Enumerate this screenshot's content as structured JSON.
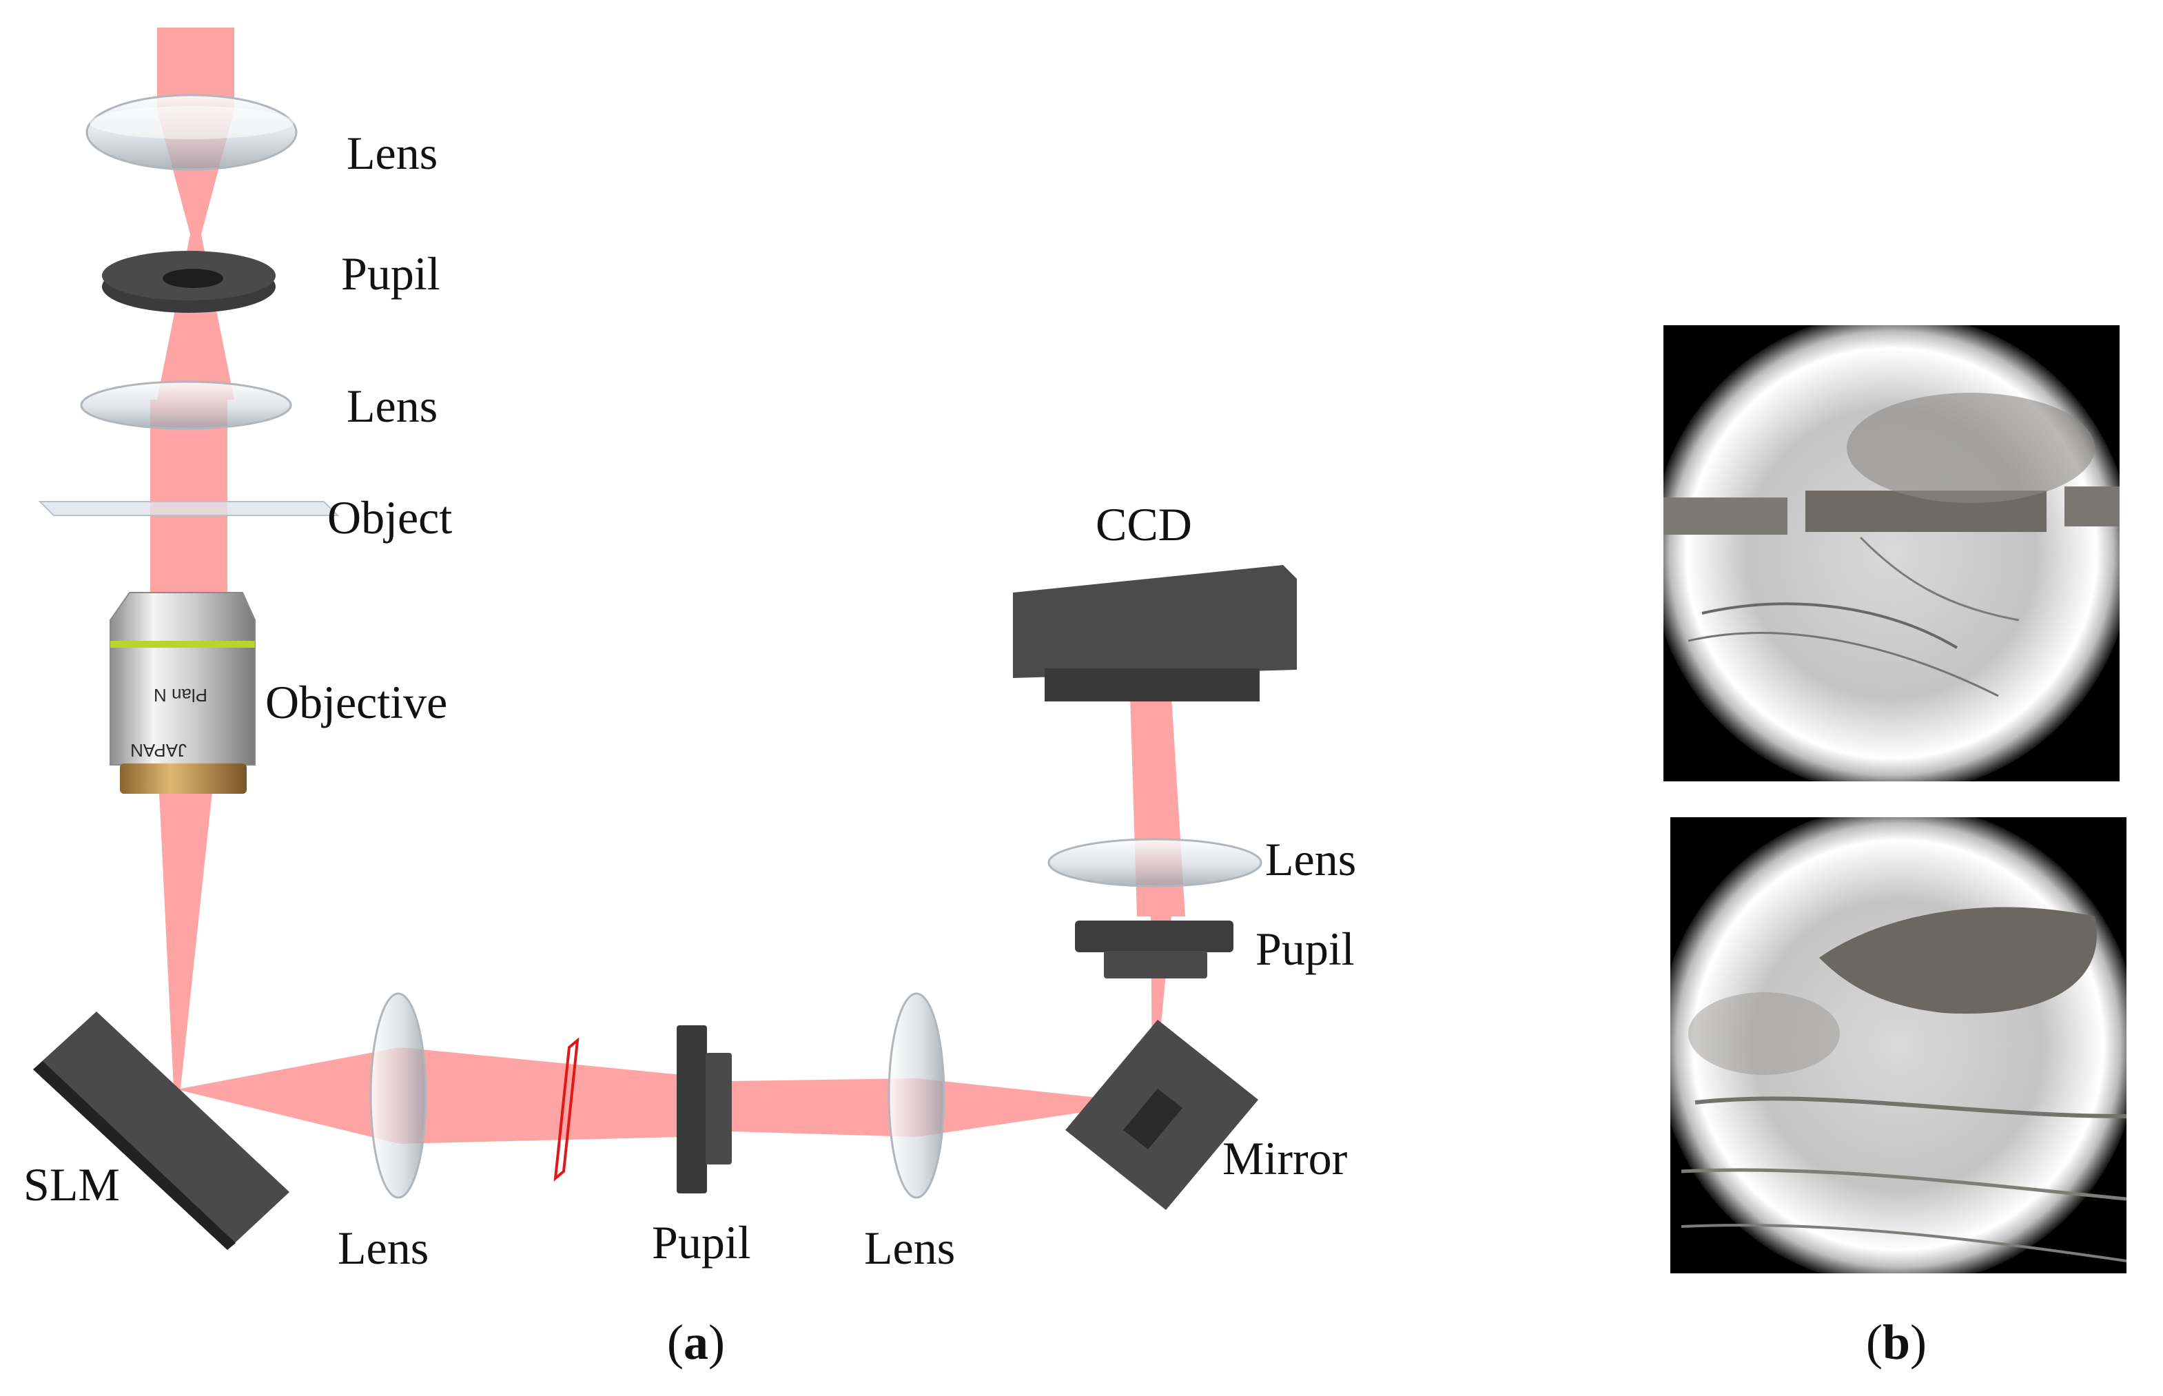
{
  "panel_a": {
    "caption": {
      "open": "(",
      "letter": "a",
      "close": ")"
    },
    "labels": {
      "lens_top": "Lens",
      "pupil_top": "Pupil",
      "lens_mid": "Lens",
      "object": "Object",
      "objective": "Objective",
      "slm": "SLM",
      "lens_bottom_1": "Lens",
      "pupil_bottom": "Pupil",
      "lens_bottom_2": "Lens",
      "mirror": "Mirror",
      "ccd": "CCD",
      "lens_ccd": "Lens",
      "pupil_ccd": "Pupil"
    },
    "objective_text": {
      "line1": "Plan N",
      "line2": "JAPAN"
    }
  },
  "panel_b": {
    "caption": {
      "open": "(",
      "letter": "b",
      "close": ")"
    }
  },
  "colors": {
    "beam": "#ff5a5a",
    "component_dark": "#3f3f3f",
    "objective_green": "#b8d62a",
    "objective_gold": "#b68a4a"
  }
}
